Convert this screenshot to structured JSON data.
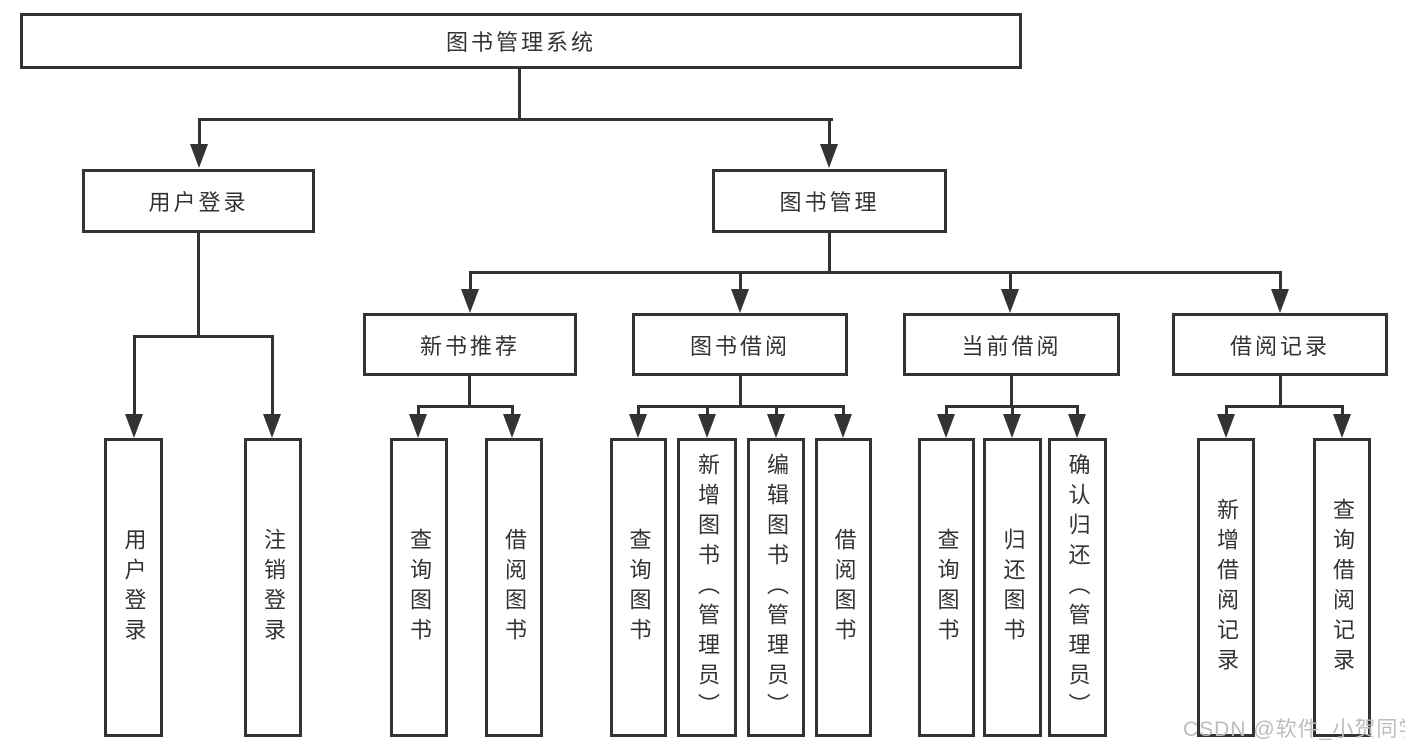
{
  "root": {
    "label": "图书管理系统"
  },
  "tree": {
    "user_login": {
      "label": "用户登录",
      "children": {
        "login": "用户登录",
        "logout": "注销登录"
      }
    },
    "book_management": {
      "label": "图书管理",
      "children": {
        "new_book_recommend": {
          "label": "新书推荐",
          "children": {
            "query_books": "查询图书",
            "borrow_books": "借阅图书"
          }
        },
        "book_borrowing": {
          "label": "图书借阅",
          "children": {
            "query_books": "查询图书",
            "add_books_admin": "新增图书（管理员）",
            "edit_books_admin": "编辑图书（管理员）",
            "borrow_books": "借阅图书"
          }
        },
        "current_borrowing": {
          "label": "当前借阅",
          "children": {
            "query_books": "查询图书",
            "return_books": "归还图书",
            "confirm_return_admin": "确认归还（管理员）"
          }
        },
        "borrowing_records": {
          "label": "借阅记录",
          "children": {
            "add_borrow_record": "新增借阅记录",
            "query_borrow_record": "查询借阅记录"
          }
        }
      }
    }
  },
  "watermark": "CSDN @软件_小贺同学",
  "colors": {
    "line": "#333333",
    "text": "#333333",
    "background": "#ffffff",
    "watermark": "#bdbdbd"
  }
}
